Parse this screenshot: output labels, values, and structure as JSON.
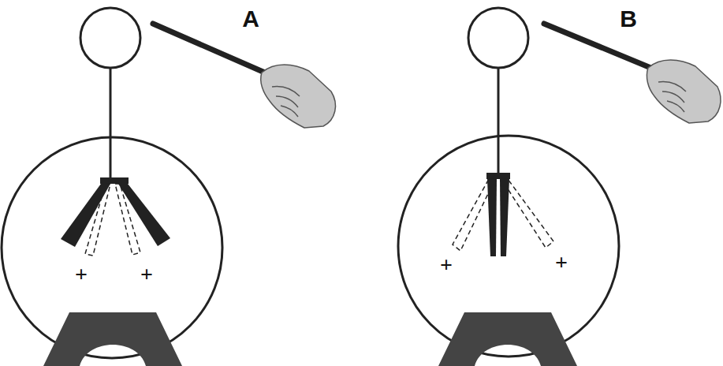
{
  "diagram": {
    "labels": [
      "A",
      "+",
      "+",
      "B",
      "+",
      "+"
    ]
  }
}
